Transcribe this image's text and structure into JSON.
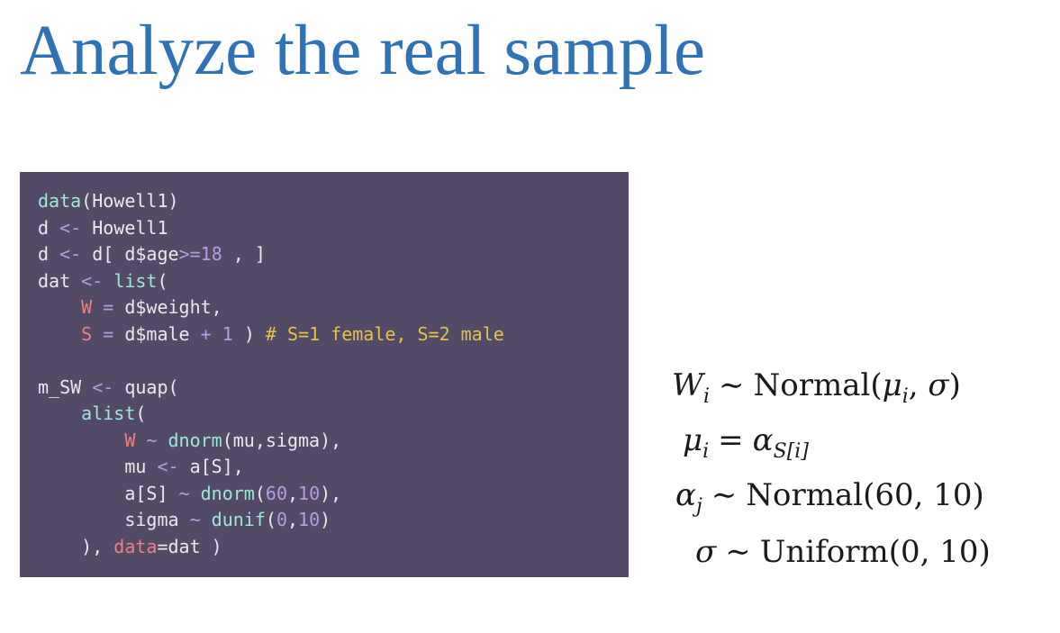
{
  "title": "Analyze the real sample",
  "code": [
    [
      {
        "t": "data",
        "c": "fn"
      },
      {
        "t": "(Howell1)",
        "c": "txt"
      }
    ],
    [
      {
        "t": "d ",
        "c": "txt"
      },
      {
        "t": "<-",
        "c": "op"
      },
      {
        "t": " Howell1",
        "c": "txt"
      }
    ],
    [
      {
        "t": "d ",
        "c": "txt"
      },
      {
        "t": "<-",
        "c": "op"
      },
      {
        "t": " d[ d$age",
        "c": "txt"
      },
      {
        "t": ">=",
        "c": "op"
      },
      {
        "t": "18",
        "c": "num"
      },
      {
        "t": " , ]",
        "c": "txt"
      }
    ],
    [
      {
        "t": "dat ",
        "c": "txt"
      },
      {
        "t": "<-",
        "c": "op"
      },
      {
        "t": " ",
        "c": "txt"
      },
      {
        "t": "list",
        "c": "fn"
      },
      {
        "t": "(",
        "c": "txt"
      }
    ],
    [
      {
        "t": "    ",
        "c": "txt"
      },
      {
        "t": "W",
        "c": "var"
      },
      {
        "t": " = ",
        "c": "op"
      },
      {
        "t": "d$weight,",
        "c": "txt"
      }
    ],
    [
      {
        "t": "    ",
        "c": "txt"
      },
      {
        "t": "S",
        "c": "var"
      },
      {
        "t": " = ",
        "c": "op"
      },
      {
        "t": "d$male ",
        "c": "txt"
      },
      {
        "t": "+",
        "c": "op"
      },
      {
        "t": " ",
        "c": "txt"
      },
      {
        "t": "1",
        "c": "num"
      },
      {
        "t": " ) ",
        "c": "txt"
      },
      {
        "t": "# S=1 female, S=2 male",
        "c": "cmt"
      }
    ],
    [],
    [
      {
        "t": "m_SW ",
        "c": "txt"
      },
      {
        "t": "<-",
        "c": "op"
      },
      {
        "t": " quap(",
        "c": "txt"
      }
    ],
    [
      {
        "t": "    ",
        "c": "txt"
      },
      {
        "t": "alist",
        "c": "fn"
      },
      {
        "t": "(",
        "c": "txt"
      }
    ],
    [
      {
        "t": "        ",
        "c": "txt"
      },
      {
        "t": "W",
        "c": "var"
      },
      {
        "t": " ~ ",
        "c": "op"
      },
      {
        "t": "dnorm",
        "c": "fn"
      },
      {
        "t": "(mu,sigma),",
        "c": "txt"
      }
    ],
    [
      {
        "t": "        mu ",
        "c": "txt"
      },
      {
        "t": "<-",
        "c": "op"
      },
      {
        "t": " a[S],",
        "c": "txt"
      }
    ],
    [
      {
        "t": "        a[S] ",
        "c": "txt"
      },
      {
        "t": "~",
        "c": "op"
      },
      {
        "t": " ",
        "c": "txt"
      },
      {
        "t": "dnorm",
        "c": "fn"
      },
      {
        "t": "(",
        "c": "txt"
      },
      {
        "t": "60",
        "c": "num"
      },
      {
        "t": ",",
        "c": "txt"
      },
      {
        "t": "10",
        "c": "num"
      },
      {
        "t": "),",
        "c": "txt"
      }
    ],
    [
      {
        "t": "        sigma ",
        "c": "txt"
      },
      {
        "t": "~",
        "c": "op"
      },
      {
        "t": " ",
        "c": "txt"
      },
      {
        "t": "dunif",
        "c": "fn"
      },
      {
        "t": "(",
        "c": "txt"
      },
      {
        "t": "0",
        "c": "num"
      },
      {
        "t": ",",
        "c": "txt"
      },
      {
        "t": "10",
        "c": "num"
      },
      {
        "t": ")",
        "c": "txt"
      }
    ],
    [
      {
        "t": "    ), ",
        "c": "txt"
      },
      {
        "t": "data",
        "c": "var"
      },
      {
        "t": "=dat )",
        "c": "txt"
      }
    ]
  ],
  "model": {
    "eq1": {
      "lhs": "W",
      "lhs_sub": "i",
      "rel": "∼",
      "rhs_fn": "Normal(",
      "rhs_a": "μ",
      "rhs_a_sub": "i",
      "rhs_sep": ", ",
      "rhs_b": "σ",
      "rhs_end": ")"
    },
    "eq2": {
      "lhs": "μ",
      "lhs_sub": "i",
      "rel": "=",
      "rhs": "α",
      "rhs_sub": "S[i]"
    },
    "eq3": {
      "lhs": "α",
      "lhs_sub": "j",
      "rel": "∼",
      "rhs": "Normal(60, 10)"
    },
    "eq4": {
      "lhs": "σ",
      "rel": "∼",
      "rhs": "Uniform(0, 10)"
    }
  }
}
